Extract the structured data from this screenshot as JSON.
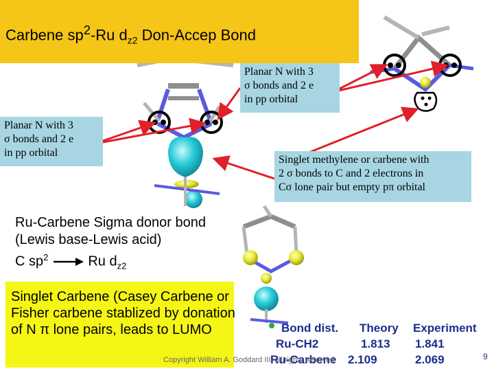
{
  "title": {
    "prefix": "Carbene sp",
    "sup": "2",
    "middle": "-Ru d",
    "sub": "z2",
    "suffix": " Don-Accep Bond"
  },
  "callout_right": [
    "Planar N with 3",
    "σ bonds and 2 e",
    "in pp orbital"
  ],
  "callout_left": [
    "Planar N with 3",
    "σ bonds and 2 e",
    "in pp orbital"
  ],
  "callout_singlet": [
    "Singlet methylene or carbene with",
    "2 σ bonds to C and 2 electrons in",
    "Cσ lone pair but empty pπ orbital"
  ],
  "sigma_bond": {
    "line1": "Ru-Carbene Sigma donor bond",
    "line2": "(Lewis base-Lewis acid)",
    "line3_a": "C sp",
    "line3_sup": "2",
    "line3_b": "Ru d",
    "line3_sub": "z2"
  },
  "singlet_note": "Singlet Carbene  (Casey Carbene or Fisher carbene stablized by donation of N π lone pairs, leads to LUMO",
  "table": {
    "headers": [
      "Bond dist.",
      "Theory",
      "Experiment"
    ],
    "rows": [
      [
        "Ru-CH2",
        "1.813",
        "1.841"
      ],
      [
        "Ru-Carbene",
        "2.109",
        "2.069"
      ]
    ]
  },
  "copyright": "Copyright William A. Goddard III, all rights reserved",
  "page_number": "9",
  "colors": {
    "title_bg": "#f5c518",
    "callout_bg": "#a7d6e2",
    "note_bg": "#f5f516",
    "table_text": "#1a2d8c",
    "arrow": "#e0202a",
    "orbital": "#25c9d6"
  }
}
